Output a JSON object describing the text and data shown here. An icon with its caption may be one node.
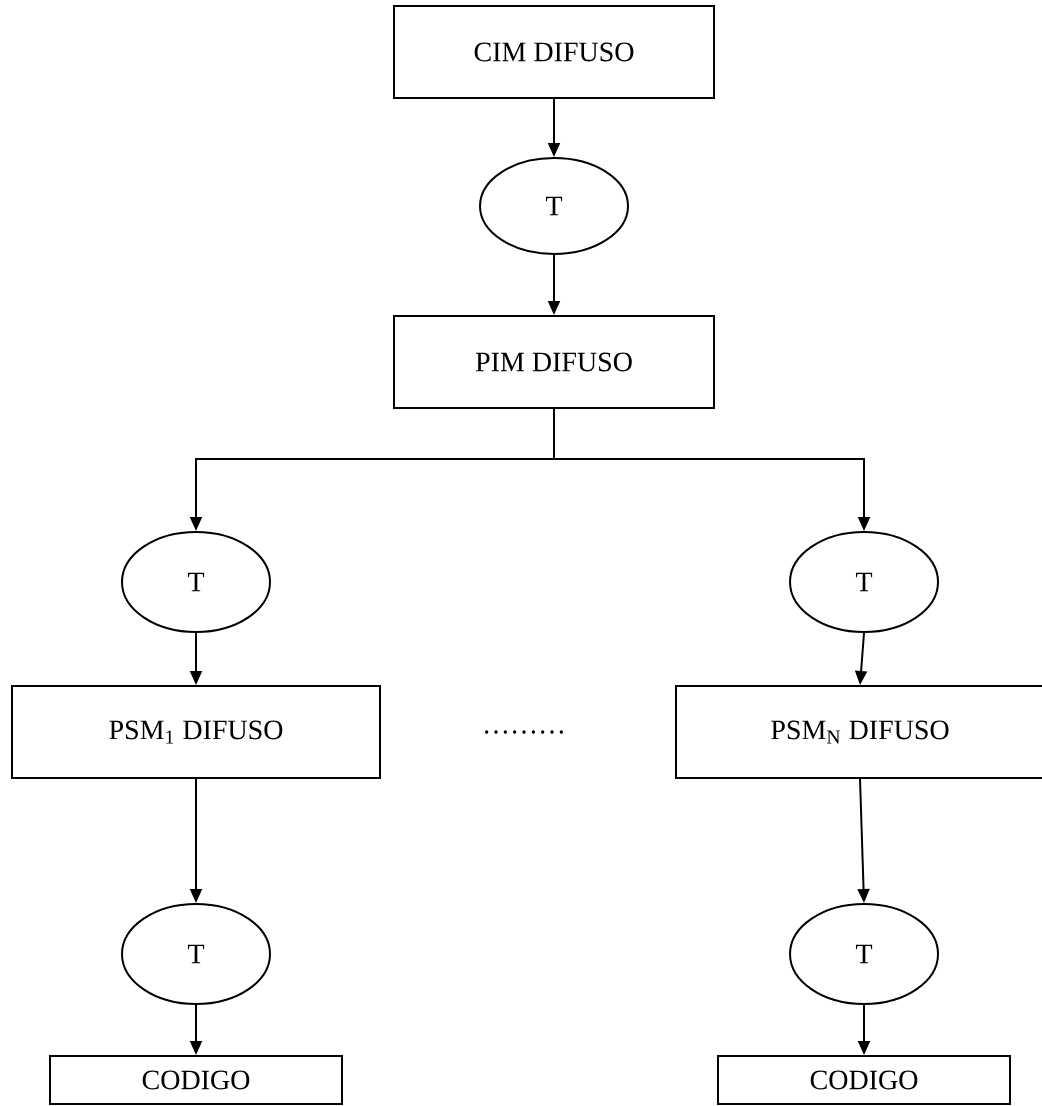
{
  "diagram": {
    "nodes": [
      {
        "text": [
          "CIM DIFUSO"
        ]
      },
      {
        "text": [
          "T"
        ]
      },
      {
        "text": [
          "PIM DIFUSO"
        ]
      },
      {
        "text": [
          "T"
        ]
      },
      {
        "text": [
          "T"
        ]
      },
      {
        "text": [
          "PSM$_{1}$ DIFUSO"
        ]
      },
      {
        "text": [
          "PSM$_{N}$ DIFUSO"
        ]
      },
      {
        "text": [
          "T"
        ]
      },
      {
        "text": [
          "T"
        ]
      },
      {
        "text": [
          "CODIGO"
        ]
      },
      {
        "text": [
          "CODIGO"
        ]
      }
    ],
    "edges": [
      {
        "from": 0,
        "to": 1,
        "arrow": "to"
      },
      {
        "from": 1,
        "to": 2,
        "arrow": "to"
      },
      {
        "from": 2,
        "to": 3,
        "arrow": "to"
      },
      {
        "from": 2,
        "to": 4,
        "arrow": "to"
      },
      {
        "from": 3,
        "to": 5,
        "arrow": "to"
      },
      {
        "from": 4,
        "to": 6,
        "arrow": "to"
      },
      {
        "from": 5,
        "to": 7,
        "arrow": "to"
      },
      {
        "from": 6,
        "to": 8,
        "arrow": "to"
      },
      {
        "from": 7,
        "to": 9,
        "arrow": "to"
      },
      {
        "from": 8,
        "to": 10,
        "arrow": "to"
      }
    ],
    "labels": [
      "………"
    ]
  }
}
